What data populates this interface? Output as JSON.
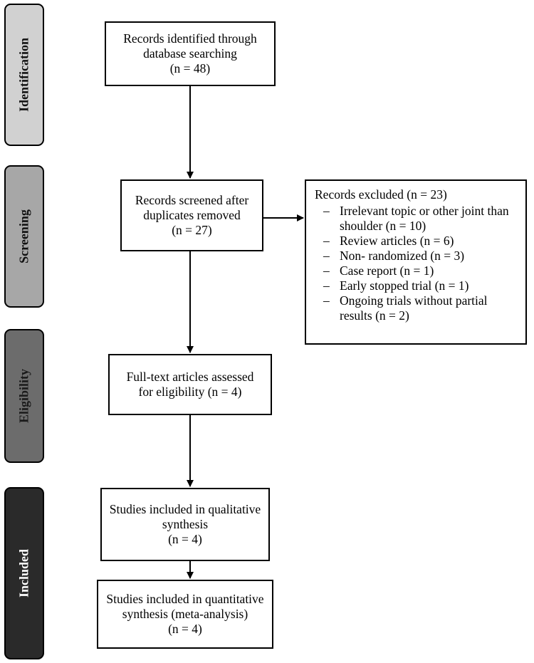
{
  "phases": {
    "identification": "Identification",
    "screening": "Screening",
    "eligibility": "Eligibility",
    "included": "Included"
  },
  "boxes": {
    "records_identified": [
      "Records identified through",
      "database searching",
      "(n = 48)"
    ],
    "records_screened": [
      "Records screened after",
      "duplicates removed",
      "(n = 27)"
    ],
    "full_text": [
      "Full-text articles assessed",
      "for eligibility (n = 4)"
    ],
    "qualitative": [
      "Studies included in qualitative",
      "synthesis",
      "(n = 4)"
    ],
    "quantitative": [
      "Studies included in quantitative",
      "synthesis (meta-analysis)",
      "(n = 4)"
    ]
  },
  "excluded": {
    "title": "Records excluded (n = 23)",
    "items": [
      "Irrelevant topic or other joint than shoulder (n = 10)",
      "Review articles (n = 6)",
      "Non- randomized (n = 3)",
      "Case report (n = 1)",
      "Early stopped trial (n = 1)",
      "Ongoing trials without partial results (n = 2)"
    ]
  }
}
